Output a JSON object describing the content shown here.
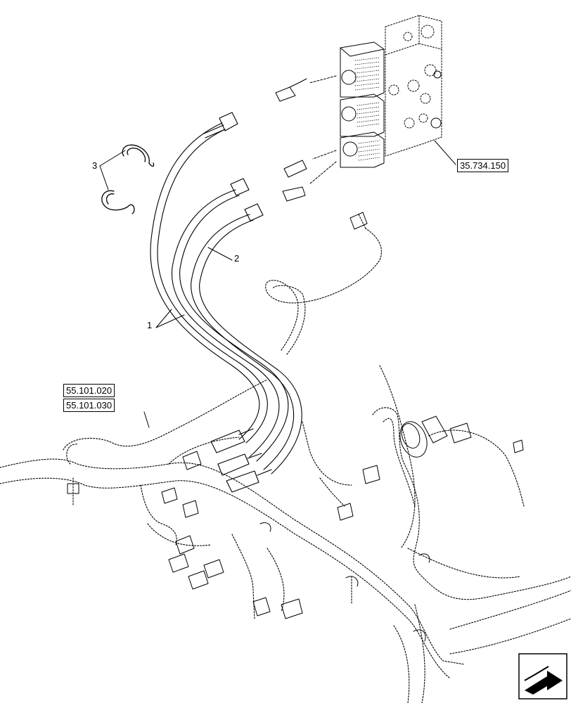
{
  "callouts": {
    "item1": "1",
    "item2": "2",
    "item3": "3"
  },
  "references": {
    "valve_block": "35.734.150",
    "harness_a": "55.101.020",
    "harness_b": "55.101.030"
  },
  "icons": {
    "nav": "next-page-arrow-icon"
  },
  "colors": {
    "line": "#000000",
    "background": "#ffffff"
  }
}
